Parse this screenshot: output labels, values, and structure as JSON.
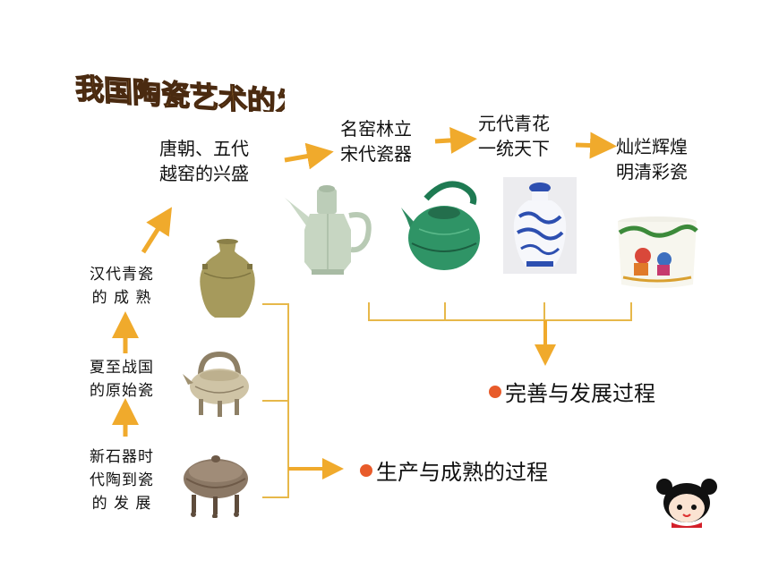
{
  "title": "我国陶瓷艺术的发展",
  "colors": {
    "arrow": "#f0aa2c",
    "bracket": "#e7b84a",
    "dot": "#e85b2a",
    "title_fill": "#c88a2a",
    "title_outline": "#4a2a10"
  },
  "stages": [
    {
      "id": "neolithic",
      "line1": "新石器时",
      "line2": "代陶到瓷",
      "line3": "的 发 展",
      "artifact": "pottery-ding-icon"
    },
    {
      "id": "xia-zhanguo",
      "line1": "夏至战国",
      "line2": "的原始瓷",
      "artifact": "tripod-kettle-icon"
    },
    {
      "id": "han",
      "line1": "汉代青瓷",
      "line2": "的 成 熟",
      "artifact": "celadon-jar-icon"
    },
    {
      "id": "tang-wudai",
      "line1": "唐朝、五代",
      "line2": "越窑的兴盛",
      "artifact": "ewer-icon"
    },
    {
      "id": "song",
      "line1": "名窑林立",
      "line2": "宋代瓷器",
      "artifact": "green-teapot-icon"
    },
    {
      "id": "yuan",
      "line1": "元代青花",
      "line2": "一统天下",
      "artifact": "blue-white-jar-icon"
    },
    {
      "id": "ming-qing",
      "line1": "灿烂辉煌",
      "line2": "明清彩瓷",
      "artifact": "famille-rose-pot-icon"
    }
  ],
  "summaries": {
    "production": "生产与成熟的过程",
    "perfection": "完善与发展过程"
  },
  "mascot": "doll-mascot-icon"
}
